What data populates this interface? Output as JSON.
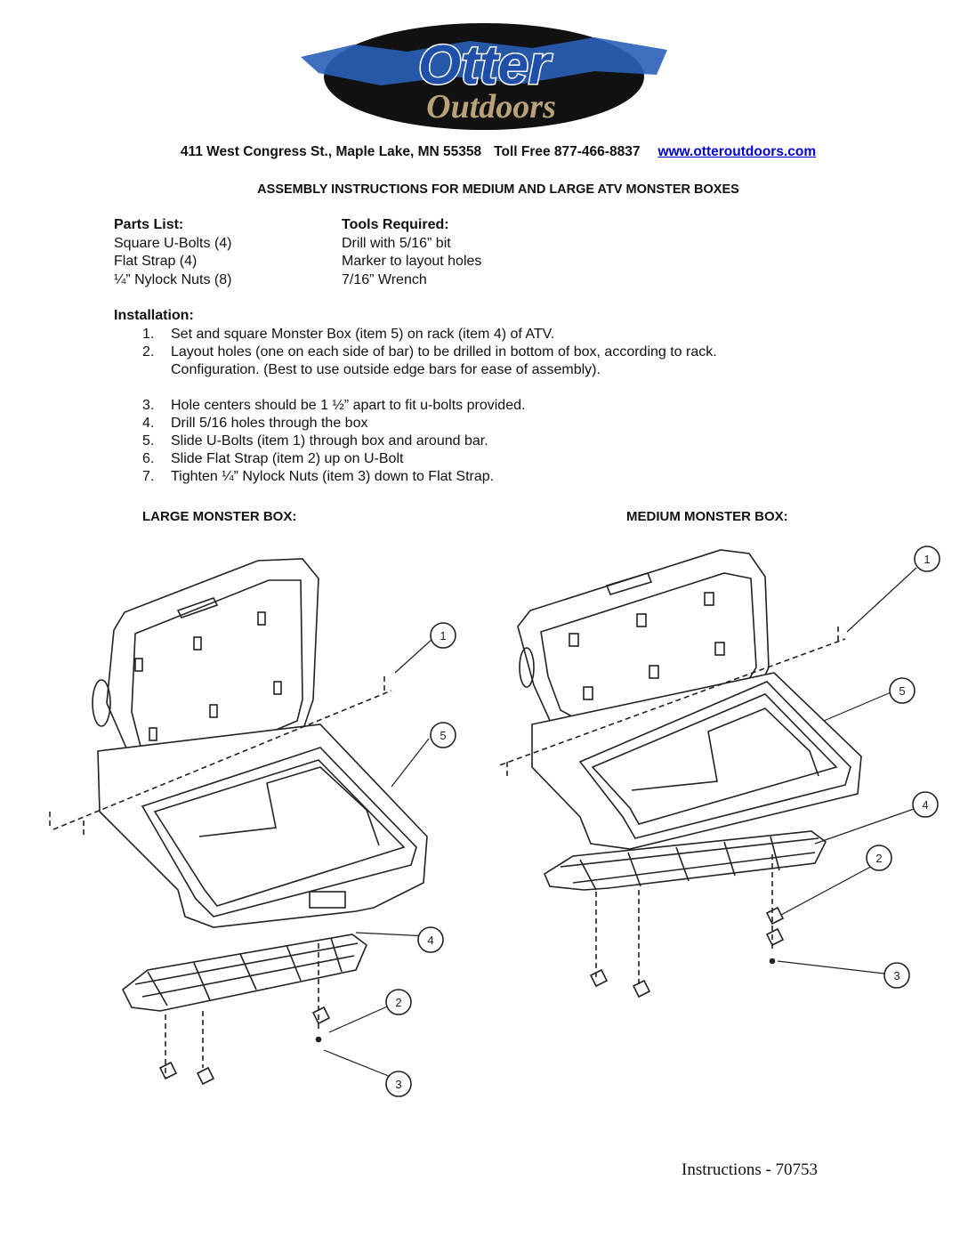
{
  "logo": {
    "top_word": "Otter",
    "bottom_word": "Outdoors",
    "colors": {
      "oval": "#111111",
      "swoosh": "#2a5fb8",
      "otter_text": "#1f4fa8",
      "outdoors_text": "#b8a27a"
    }
  },
  "header": {
    "address": "411 West Congress St., Maple Lake, MN  55358",
    "toll_free": "Toll Free 877-466-8837",
    "website": "www.otteroutdoors.com"
  },
  "title": "ASSEMBLY INSTRUCTIONS FOR MEDIUM AND LARGE ATV MONSTER BOXES",
  "parts_list": {
    "heading": "Parts List:",
    "items": [
      "Square U-Bolts (4)",
      "Flat Strap  (4)",
      "¼” Nylock Nuts (8)"
    ]
  },
  "tools_required": {
    "heading": "Tools Required:",
    "items": [
      "Drill with 5/16” bit",
      "Marker to layout holes",
      "7/16” Wrench"
    ]
  },
  "installation": {
    "heading": "Installation:",
    "steps": [
      {
        "num": "1.",
        "text": "Set and square Monster Box (item 5) on rack (item 4) of ATV."
      },
      {
        "num": "2.",
        "text": "Layout holes (one on each side of bar) to be drilled in bottom of box, according to rack.",
        "text2": "Configuration. (Best to use outside edge bars for ease of assembly)."
      },
      {
        "num": "3.",
        "text": "Hole centers should be 1 ½” apart to fit u-bolts provided."
      },
      {
        "num": "4.",
        "text": "Drill 5/16 holes through the box"
      },
      {
        "num": "5.",
        "text": "Slide U-Bolts (item 1) through box and around bar."
      },
      {
        "num": "6.",
        "text": "Slide Flat Strap (item 2) up on U-Bolt"
      },
      {
        "num": "7.",
        "text": "Tighten ¼” Nylock Nuts (item 3) down to Flat Strap."
      }
    ]
  },
  "figures": {
    "large_label": "LARGE MONSTER BOX:",
    "medium_label": "MEDIUM MONSTER BOX:",
    "callouts": {
      "c1": "1",
      "c2": "2",
      "c3": "3",
      "c4": "4",
      "c5": "5"
    }
  },
  "footer": "Instructions - 70753"
}
